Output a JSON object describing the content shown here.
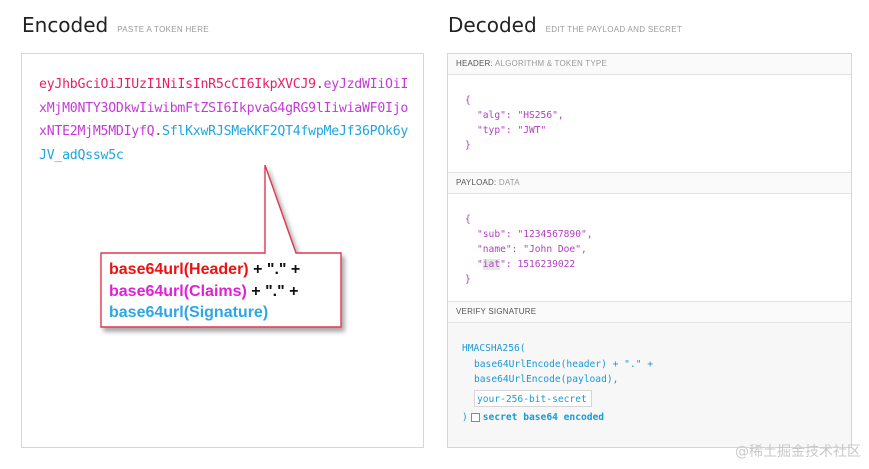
{
  "encoded": {
    "title": "Encoded",
    "subtitle": "PASTE A TOKEN HERE",
    "token": {
      "header": "eyJhbGciOiJIUzI1NiIsInR5cCI6IkpXVCJ9",
      "dot1": ".",
      "payload": "eyJzdWIiOiIxMjM0NTY3ODkwIiwibmFtZSI6IkpvaG4gRG9lIiwiaWF0IjoxNTE2MjM5MDIyfQ",
      "dot2": ".",
      "signature": "SflKxwRJSMeKKF2QT4fwpMeJf36POk6yJV_adQssw5c"
    }
  },
  "callout": {
    "line1": "base64url(Header)",
    "line1_suffix": " + \".\" +",
    "line2": "base64url(Claims)",
    "line2_suffix": " + \".\" +",
    "line3": "base64url(Signature)",
    "colors": {
      "header": "#ee1111",
      "claims": "#e020d6",
      "signature": "#2da7e6"
    }
  },
  "decoded": {
    "title": "Decoded",
    "subtitle": "EDIT THE PAYLOAD AND SECRET",
    "header_section": {
      "label": "HEADER:",
      "sublabel": "ALGORITHM & TOKEN TYPE",
      "fields": [
        {
          "key": "\"alg\"",
          "value": "\"HS256\""
        },
        {
          "key": "\"typ\"",
          "value": "\"JWT\""
        }
      ]
    },
    "payload_section": {
      "label": "PAYLOAD:",
      "sublabel": "DATA",
      "fields": [
        {
          "key": "\"sub\"",
          "value": "\"1234567890\""
        },
        {
          "key": "\"name\"",
          "value": "\"John Doe\""
        },
        {
          "key_quote_open": "\"",
          "key_text": "iat",
          "key_quote_close": "\"",
          "value": "1516239022"
        }
      ]
    },
    "verify_section": {
      "label": "VERIFY SIGNATURE",
      "line1": "HMACSHA256(",
      "line2": "base64UrlEncode(header) + \".\" +",
      "line3": "base64UrlEncode(payload),",
      "secret_value": "your-256-bit-secret",
      "close": ")",
      "checkbox_label_1": "secret base64 encoded"
    }
  },
  "watermark": "@稀土掘金技术社区"
}
